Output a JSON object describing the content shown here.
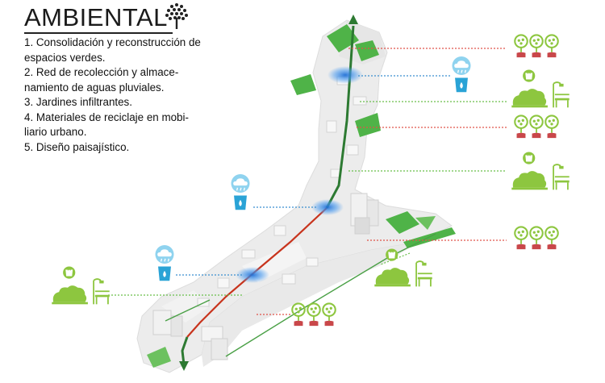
{
  "header": {
    "title": "AMBIENTAL"
  },
  "legend": {
    "items": [
      "1. Consolidación y reconstrucción de espacios verdes.",
      "2. Red de recolección y almace-namiento de aguas pluviales.",
      "3. Jardines infiltrantes.",
      "4. Materiales de reciclaje en mobi-liario urbano.",
      "5. Diseño paisajístico."
    ]
  },
  "colors": {
    "green_icon": "#8dc63f",
    "dark_green_route": "#2d7a32",
    "red_route": "#c8341d",
    "water_blue": "#2aa3d6",
    "water_circle": "#8fd3ef",
    "leader_red": "#e0534a",
    "leader_blue": "#3b8fd0",
    "leader_green": "#6abf4b"
  },
  "icons": {
    "title": "tree-icon",
    "trees": "tree-planting-icon",
    "water": "rain-collection-icon",
    "recycle": "recycle-bin-icon",
    "bench": "bench-lamp-icon"
  }
}
